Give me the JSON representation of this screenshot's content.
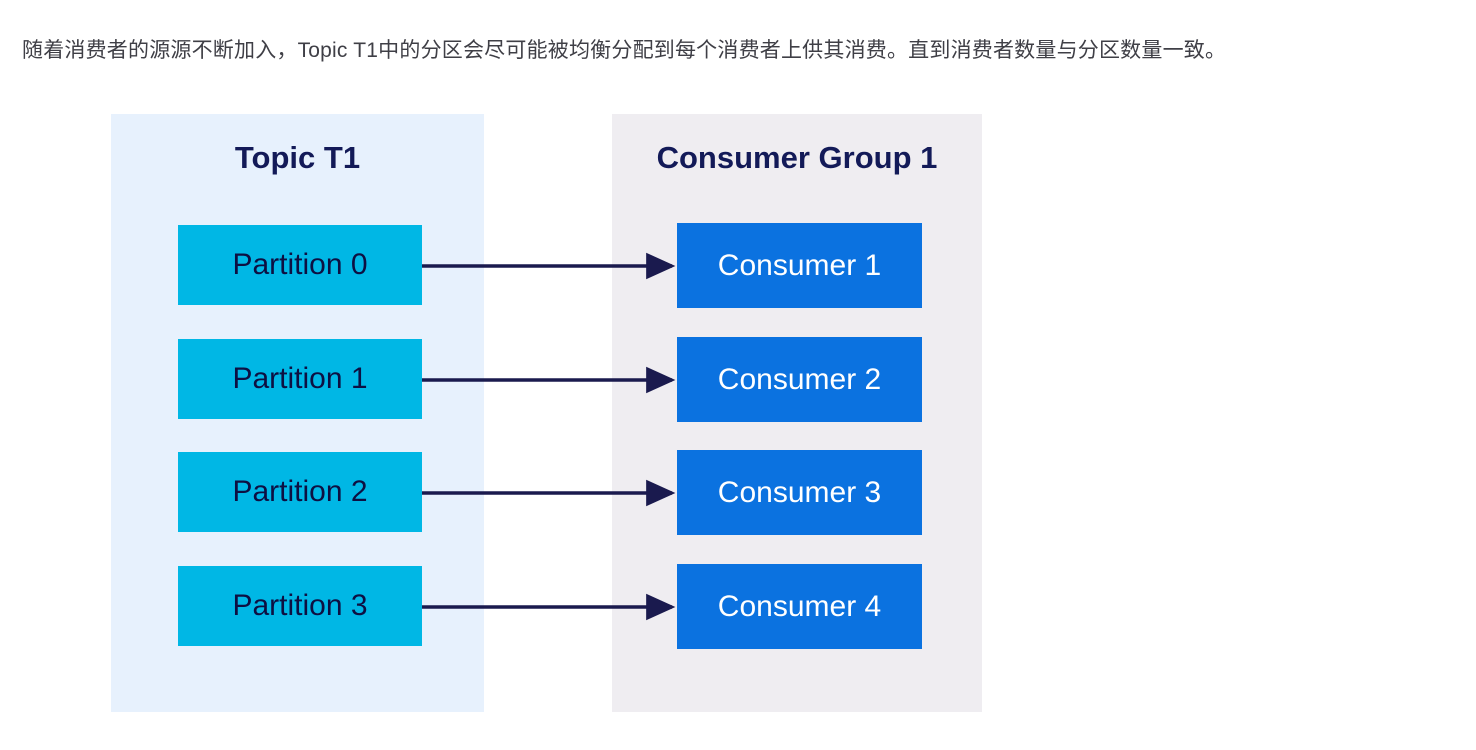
{
  "caption": {
    "text": "随着消费者的源源不断加入，Topic T1中的分区会尽可能被均衡分配到每个消费者上供其消费。直到消费者数量与分区数量一致。"
  },
  "colors": {
    "page_background": "#ffffff",
    "caption_text": "#3f3f46",
    "topic_panel_background": "#e7f1fd",
    "group_panel_background": "#efedf1",
    "panel_title_text": "#131a58",
    "partition_box_fill": "#00b7e5",
    "partition_box_text": "#0d1042",
    "consumer_box_fill": "#0b72e0",
    "consumer_box_text": "#ffffff",
    "arrow_stroke": "#1a1a4e"
  },
  "diagram": {
    "type": "flow",
    "topic_panel": {
      "title": "Topic T1",
      "partitions": [
        {
          "label": "Partition 0"
        },
        {
          "label": "Partition 1"
        },
        {
          "label": "Partition 2"
        },
        {
          "label": "Partition 3"
        }
      ]
    },
    "group_panel": {
      "title": "Consumer Group 1",
      "consumers": [
        {
          "label": "Consumer 1"
        },
        {
          "label": "Consumer 2"
        },
        {
          "label": "Consumer 3"
        },
        {
          "label": "Consumer 4"
        }
      ]
    },
    "connections": [
      {
        "from": "Partition 0",
        "to": "Consumer 1"
      },
      {
        "from": "Partition 1",
        "to": "Consumer 2"
      },
      {
        "from": "Partition 2",
        "to": "Consumer 3"
      },
      {
        "from": "Partition 3",
        "to": "Consumer 4"
      }
    ]
  }
}
